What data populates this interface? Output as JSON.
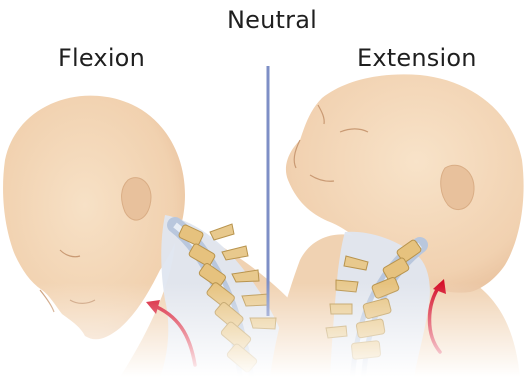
{
  "labels": {
    "neutral": "Neutral",
    "flexion": "Flexion",
    "extension": "Extension"
  },
  "colors": {
    "skin": "#f3d6b6",
    "skin_shadow": "#e7bf9a",
    "neck_tissue": "#d9e2ee",
    "vertebra": "#e6c27e",
    "vertebra_edge": "#b8944e",
    "disc": "#f6f3ea",
    "spinal_cord": "#bfcbe0",
    "neutral_axis": "#7e8fc6",
    "arrow": "#d5102a"
  }
}
